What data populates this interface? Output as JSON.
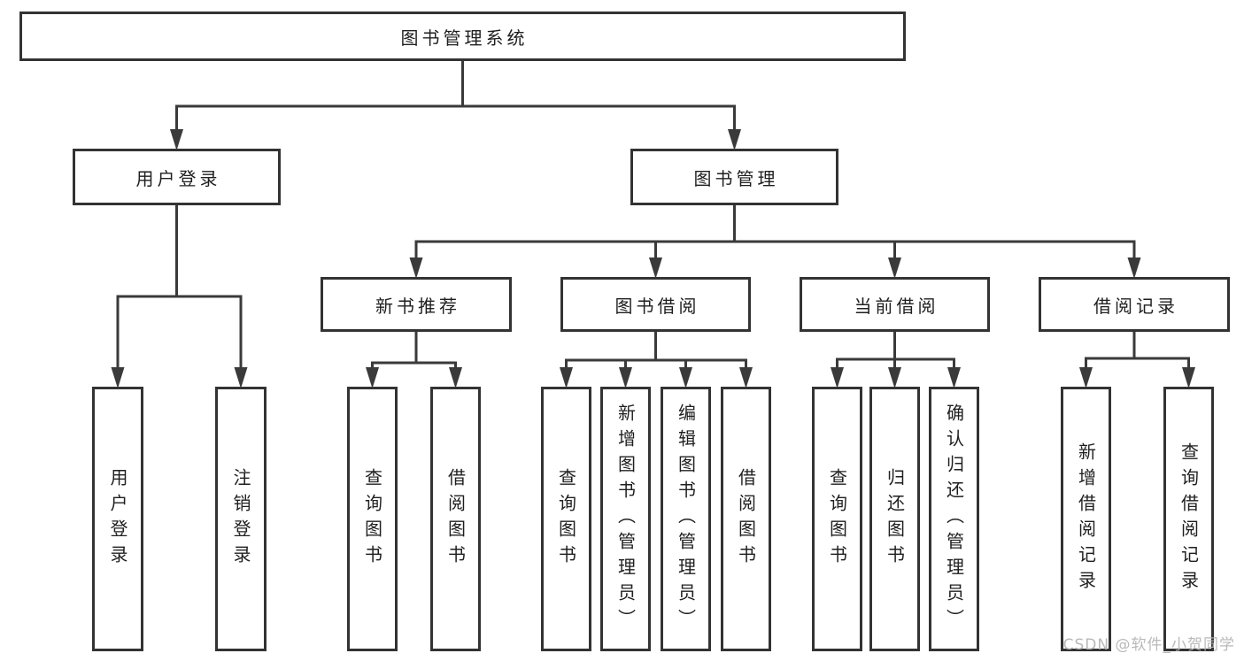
{
  "diagram": {
    "title": "图书管理系统",
    "nodes": [
      {
        "id": "root",
        "label": "图书管理系统",
        "orientation": "horizontal"
      },
      {
        "id": "user-login",
        "label": "用户登录",
        "orientation": "horizontal"
      },
      {
        "id": "book-mgmt",
        "label": "图书管理",
        "orientation": "horizontal"
      },
      {
        "id": "new-book-rec",
        "label": "新书推荐",
        "orientation": "horizontal"
      },
      {
        "id": "book-borrow",
        "label": "图书借阅",
        "orientation": "horizontal"
      },
      {
        "id": "current-borrow",
        "label": "当前借阅",
        "orientation": "horizontal"
      },
      {
        "id": "borrow-records",
        "label": "借阅记录",
        "orientation": "horizontal"
      },
      {
        "id": "leaf-user-login",
        "label": "用户登录",
        "orientation": "vertical"
      },
      {
        "id": "leaf-logout",
        "label": "注销登录",
        "orientation": "vertical"
      },
      {
        "id": "leaf-query-book-1",
        "label": "查询图书",
        "orientation": "vertical"
      },
      {
        "id": "leaf-borrow-book-1",
        "label": "借阅图书",
        "orientation": "vertical"
      },
      {
        "id": "leaf-query-book-2",
        "label": "查询图书",
        "orientation": "vertical"
      },
      {
        "id": "leaf-add-book",
        "label": "新增图书（管理员）",
        "orientation": "vertical"
      },
      {
        "id": "leaf-edit-book",
        "label": "编辑图书（管理员）",
        "orientation": "vertical"
      },
      {
        "id": "leaf-borrow-book-2",
        "label": "借阅图书",
        "orientation": "vertical"
      },
      {
        "id": "leaf-query-book-3",
        "label": "查询图书",
        "orientation": "vertical"
      },
      {
        "id": "leaf-return-book",
        "label": "归还图书",
        "orientation": "vertical"
      },
      {
        "id": "leaf-confirm-return",
        "label": "确认归还（管理员）",
        "orientation": "vertical"
      },
      {
        "id": "leaf-add-borrow-record",
        "label": "新增借阅记录",
        "orientation": "vertical"
      },
      {
        "id": "leaf-query-borrow-record",
        "label": "查询借阅记录",
        "orientation": "vertical"
      }
    ],
    "edges": [
      {
        "from": "root",
        "to": [
          "user-login",
          "book-mgmt"
        ]
      },
      {
        "from": "user-login",
        "to": [
          "leaf-user-login",
          "leaf-logout"
        ]
      },
      {
        "from": "book-mgmt",
        "to": [
          "new-book-rec",
          "book-borrow",
          "current-borrow",
          "borrow-records"
        ]
      },
      {
        "from": "new-book-rec",
        "to": [
          "leaf-query-book-1",
          "leaf-borrow-book-1"
        ]
      },
      {
        "from": "book-borrow",
        "to": [
          "leaf-query-book-2",
          "leaf-add-book",
          "leaf-edit-book",
          "leaf-borrow-book-2"
        ]
      },
      {
        "from": "current-borrow",
        "to": [
          "leaf-query-book-3",
          "leaf-return-book",
          "leaf-confirm-return"
        ]
      },
      {
        "from": "borrow-records",
        "to": [
          "leaf-add-borrow-record",
          "leaf-query-borrow-record"
        ]
      }
    ],
    "colors": {
      "line": "#3a3a3a",
      "box_border": "#333333",
      "text": "#1f1f1f",
      "background": "#ffffff",
      "watermark": "#b4b4b4"
    }
  },
  "watermark": {
    "text": "CSDN @软件_小贺同学"
  }
}
